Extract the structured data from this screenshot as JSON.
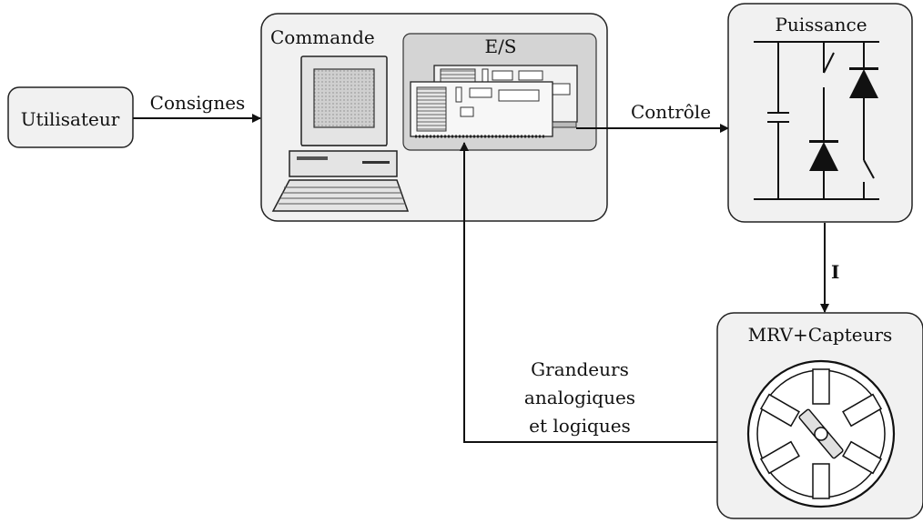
{
  "blocks": {
    "user": {
      "label": "Utilisateur"
    },
    "command": {
      "label": "Commande",
      "io_label": "E/S"
    },
    "power": {
      "label": "Puissance"
    },
    "motor": {
      "label": "MRV+Capteurs"
    }
  },
  "arrows": {
    "setpoints": {
      "label": "Consignes"
    },
    "control": {
      "label": "Contrôle"
    },
    "current": {
      "label": "I"
    },
    "feedback": {
      "lines": [
        "Grandeurs",
        "analogiques",
        "et logiques"
      ]
    }
  },
  "colors": {
    "block_fill": "#f1f1f1",
    "block_stroke": "#222222",
    "io_panel_fill": "#d4d4d4",
    "line": "#111111"
  }
}
